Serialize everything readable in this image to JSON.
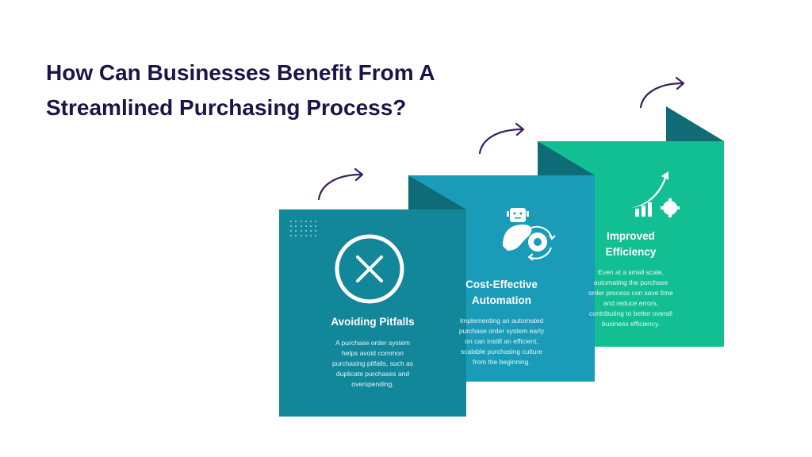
{
  "title": {
    "line1": "How Can Businesses Benefit From A",
    "line2": "Streamlined Purchasing Process?"
  },
  "colors": {
    "title": "#1b1547",
    "card1": "#13879a",
    "card2": "#1a9bb8",
    "card3": "#12bf93",
    "fold": "#0f6c77",
    "arrow": "#3b2160"
  },
  "steps": [
    {
      "icon": "x-circle-icon",
      "heading": "Avoiding Pitfalls",
      "body": [
        "A purchase order system",
        "helps avoid common",
        "purchasing pitfalls, such as",
        "duplicate purchases and",
        "overspending."
      ]
    },
    {
      "icon": "robot-gear-icon",
      "heading": [
        "Cost-Effective",
        "Automation"
      ],
      "body": [
        "Implementing an automated",
        "purchase order system early",
        "on can instill an efficient,",
        "scalable purchasing culture",
        "from the beginning."
      ]
    },
    {
      "icon": "growth-chart-gear-icon",
      "heading": [
        "Improved",
        "Efficiency"
      ],
      "body": [
        "Even at a small scale,",
        "automating the purchase",
        "order process can save time",
        "and reduce errors,",
        "contributing to better overall",
        "business efficiency."
      ]
    }
  ]
}
